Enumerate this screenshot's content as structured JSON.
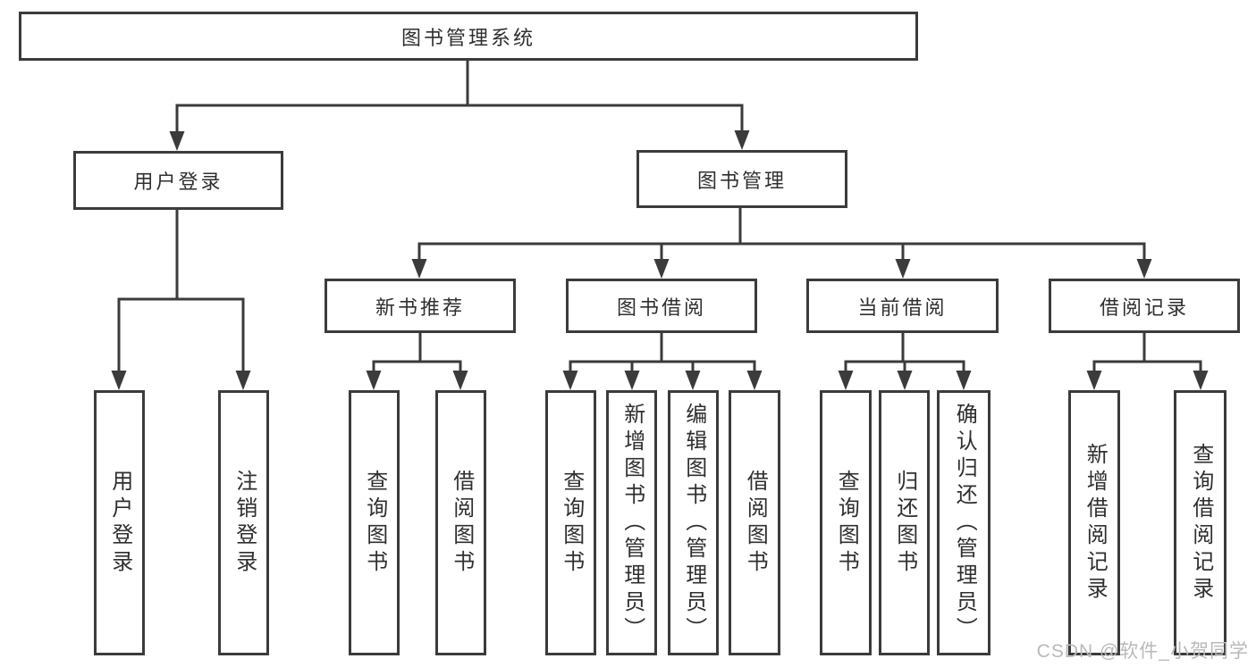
{
  "diagram": {
    "title": "图书管理系统",
    "branches": [
      {
        "label": "用户登录",
        "leaves": [
          "用户登录",
          "注销登录"
        ]
      },
      {
        "label": "图书管理",
        "groups": [
          {
            "label": "新书推荐",
            "leaves": [
              "查询图书",
              "借阅图书"
            ]
          },
          {
            "label": "图书借阅",
            "leaves": [
              "查询图书",
              "新增图书（管理员）",
              "编辑图书（管理员）",
              "借阅图书"
            ]
          },
          {
            "label": "当前借阅",
            "leaves": [
              "查询图书",
              "归还图书",
              "确认归还（管理员）"
            ]
          },
          {
            "label": "借阅记录",
            "leaves": [
              "新增借阅记录",
              "查询借阅记录"
            ]
          }
        ]
      }
    ]
  },
  "watermark": "CSDN @软件_小贺同学",
  "colors": {
    "line": "#3b3b3b",
    "border": "#3b3b3b",
    "text": "#2f2f2f",
    "background": "#ffffff",
    "watermark_text": "#b9b9b9"
  }
}
